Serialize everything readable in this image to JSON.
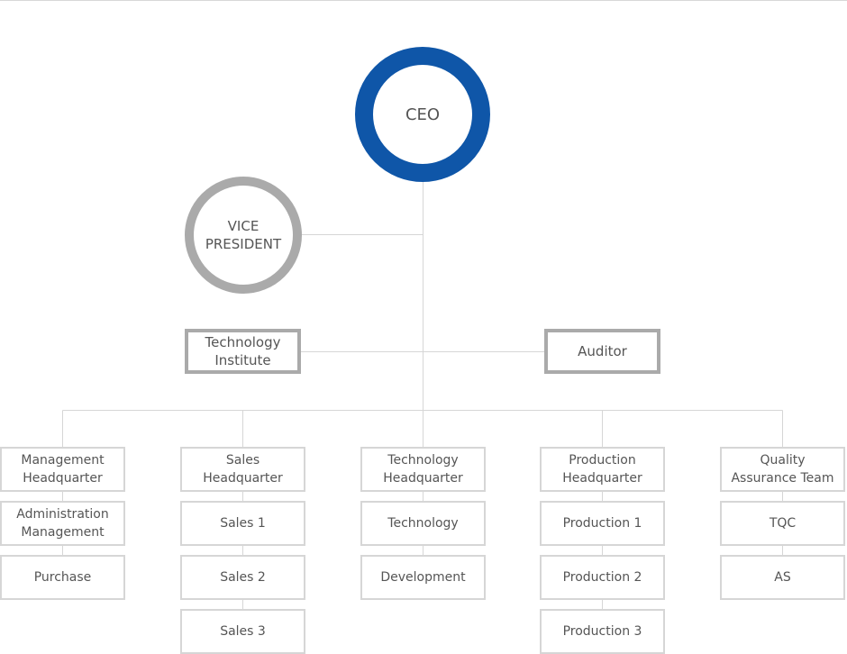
{
  "ceo": {
    "label": "CEO"
  },
  "vice_president": {
    "label": "VICE\nPRESIDENT"
  },
  "staff": {
    "technology_institute": "Technology\nInstitute",
    "auditor": "Auditor"
  },
  "departments": [
    {
      "head": "Management\nHeadquarter",
      "teams": [
        "Administration\nManagement",
        "Purchase"
      ]
    },
    {
      "head": "Sales\nHeadquarter",
      "teams": [
        "Sales 1",
        "Sales 2",
        "Sales 3"
      ]
    },
    {
      "head": "Technology\nHeadquarter",
      "teams": [
        "Technology",
        "Development"
      ]
    },
    {
      "head": "Production\nHeadquarter",
      "teams": [
        "Production 1",
        "Production 2",
        "Production 3"
      ]
    },
    {
      "head": "Quality\nAssurance Team",
      "teams": [
        "TQC",
        "AS"
      ]
    }
  ],
  "colors": {
    "ceo_ring": "#0f56a8",
    "gray_ring": "#aaaaaa",
    "box_border": "#d6d6d6",
    "line": "#d6d6d6",
    "text": "#555555"
  }
}
